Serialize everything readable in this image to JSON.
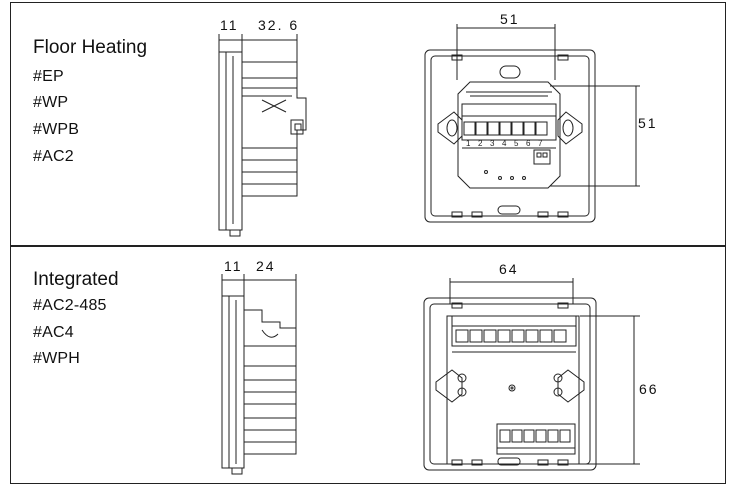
{
  "sections": [
    {
      "title": "Floor Heating",
      "models": [
        "#EP",
        "#WP",
        "#WPB",
        "#AC2"
      ],
      "side_dims": [
        "11",
        "32. 6"
      ],
      "front_width": "51",
      "front_height": "51",
      "terminal_numbers": [
        "1",
        "2",
        "3",
        "4",
        "5",
        "6",
        "7"
      ]
    },
    {
      "title": "Integrated",
      "models": [
        "#AC2-485",
        "#AC4",
        "#WPH"
      ],
      "side_dims": [
        "11",
        "24"
      ],
      "front_width": "64",
      "front_height": "66"
    }
  ],
  "colors": {
    "line": "#222222",
    "border": "#222222",
    "background": "#ffffff"
  }
}
